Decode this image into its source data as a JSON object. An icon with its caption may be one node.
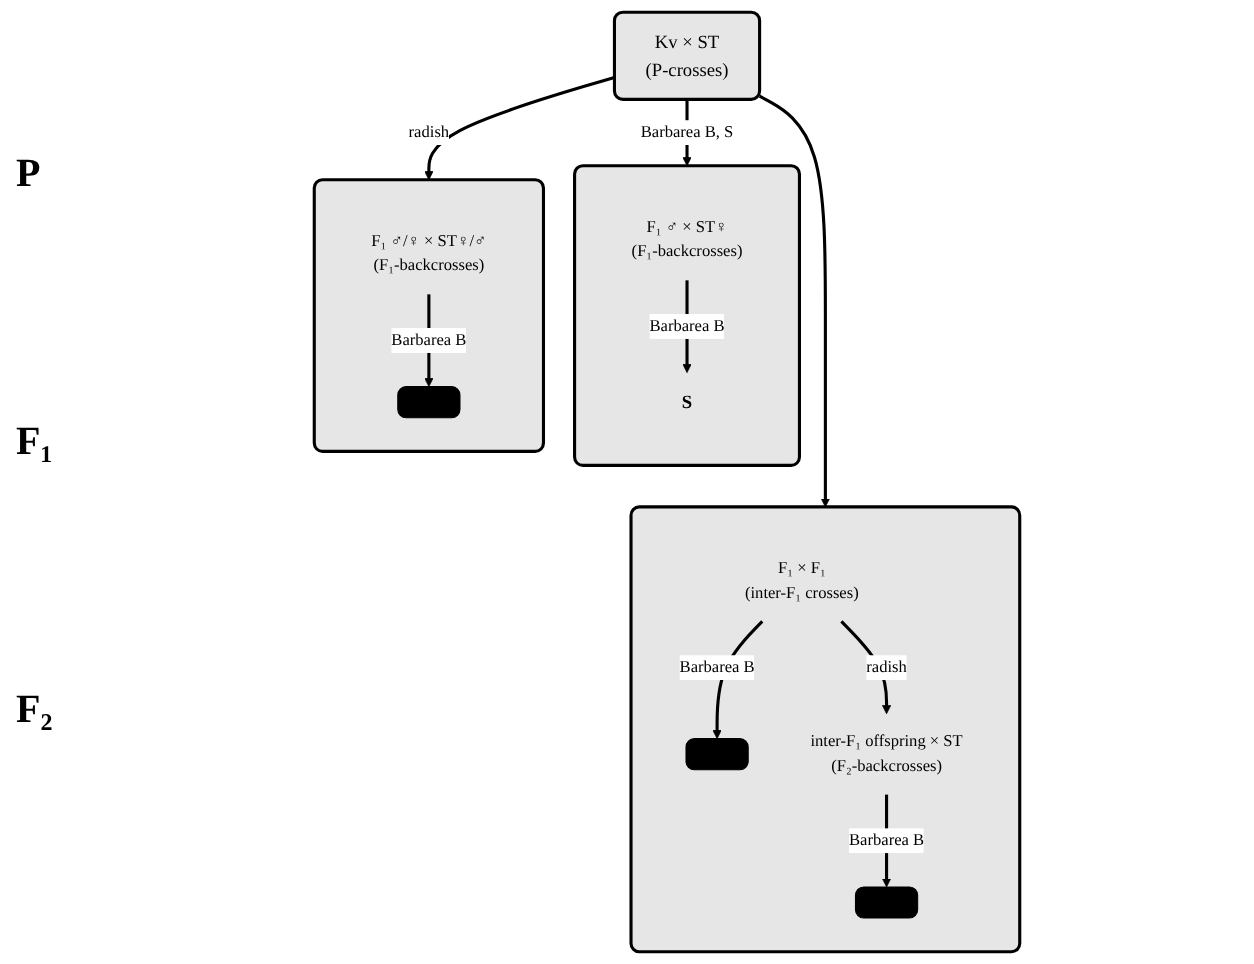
{
  "diagram": {
    "nodes": [
      {
        "text": [
          "Kv × ST",
          "(P-crosses)"
        ]
      },
      {
        "text": [],
        "shape": "box"
      },
      {
        "text": [
          "F₁ ♂ × ST♀",
          "(F₁-backcrosses)"
        ],
        "in": 1
      },
      {
        "text": [
          "S"
        ],
        "in": 1
      },
      {
        "text": [],
        "shape": "box"
      },
      {
        "text": [
          "F₁ × F₁",
          "(inter-F₁ crosses)"
        ],
        "in": 4
      },
      {
        "text": [],
        "shape": "bar",
        "in": 4
      },
      {
        "text": [
          "inter-F₁ offspring × ST",
          "(F₂-backcrosses)"
        ],
        "in": 4
      },
      {
        "text": [],
        "shape": "bar",
        "in": 4
      },
      {
        "text": [],
        "shape": "box"
      },
      {
        "text": [
          "F₁ ♂/♀ × ST♀/♂",
          "(F₁-backcrosses)"
        ],
        "in": 9
      },
      {
        "text": [],
        "shape": "bar",
        "in": 9
      }
    ],
    "edges": [
      {
        "from": 0,
        "to": 1,
        "arrow": "to",
        "label": "Barbarea B, S"
      },
      {
        "from": 0,
        "to": 4,
        "arrow": "to"
      },
      {
        "from": 0,
        "to": 9,
        "arrow": "to",
        "label": "radish"
      },
      {
        "from": 2,
        "to": 3,
        "arrow": "to",
        "label": "Barbarea B"
      },
      {
        "from": 5,
        "to": 6,
        "arrow": "to",
        "label": "Barbarea B"
      },
      {
        "from": 5,
        "to": 7,
        "arrow": "to",
        "label": "radish"
      },
      {
        "from": 7,
        "to": 8,
        "arrow": "to",
        "label": "Barbarea B"
      },
      {
        "from": 10,
        "to": 11,
        "arrow": "to",
        "label": "Barbarea B"
      }
    ],
    "labels": [
      "P",
      "F₁",
      "F₂"
    ]
  }
}
